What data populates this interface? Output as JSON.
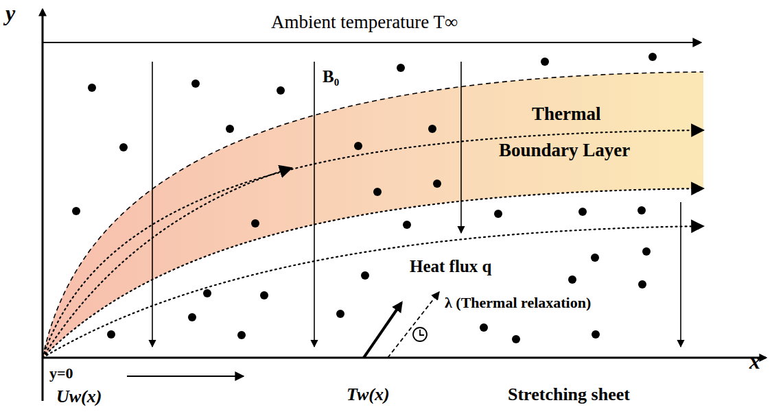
{
  "diagram": {
    "labels": [
      "y",
      "Ambient temperature T∞",
      "B₀",
      "Thermal",
      "Boundary Layer",
      "Heat flux q",
      "λ (Thermal relaxation)",
      "y=0",
      "Uw(x)",
      "Tw(x)",
      "Stretching sheet",
      "x"
    ]
  }
}
